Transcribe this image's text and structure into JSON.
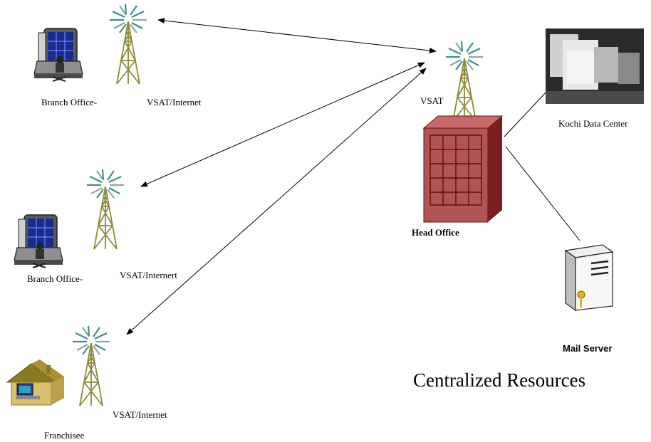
{
  "labels": {
    "branch_office_1": "Branch Office-",
    "vsat_internet_1": "VSAT/Internet",
    "vsat_hq": "VSAT",
    "kochi_data_center": "Kochi Data Center",
    "branch_office_2": "Branch Office-",
    "vsat_internet_2": "VSAT/Internert",
    "head_office": "Head Office",
    "mail_server": "Mail Server",
    "centralized_resources": "Centralized Resources",
    "franchisee": "Franchisee",
    "vsat_internet_3": "VSAT/Internet"
  },
  "icons": {
    "tower": "vsat-tower-icon",
    "branch": "operator-workstation-icon",
    "franchise": "house-computer-icon",
    "building": "office-building-icon",
    "server": "server-icon",
    "datacenter": "data-center-photo"
  },
  "colors": {
    "tower_lattice": "#8a8a3a",
    "signal_teal": "#3f8f8a",
    "signal_gray": "#9aa0a0",
    "building": "#b35454",
    "building_dark": "#7a1f1f",
    "window_blue": "#1f2f9f",
    "house_wall": "#d8c070"
  }
}
